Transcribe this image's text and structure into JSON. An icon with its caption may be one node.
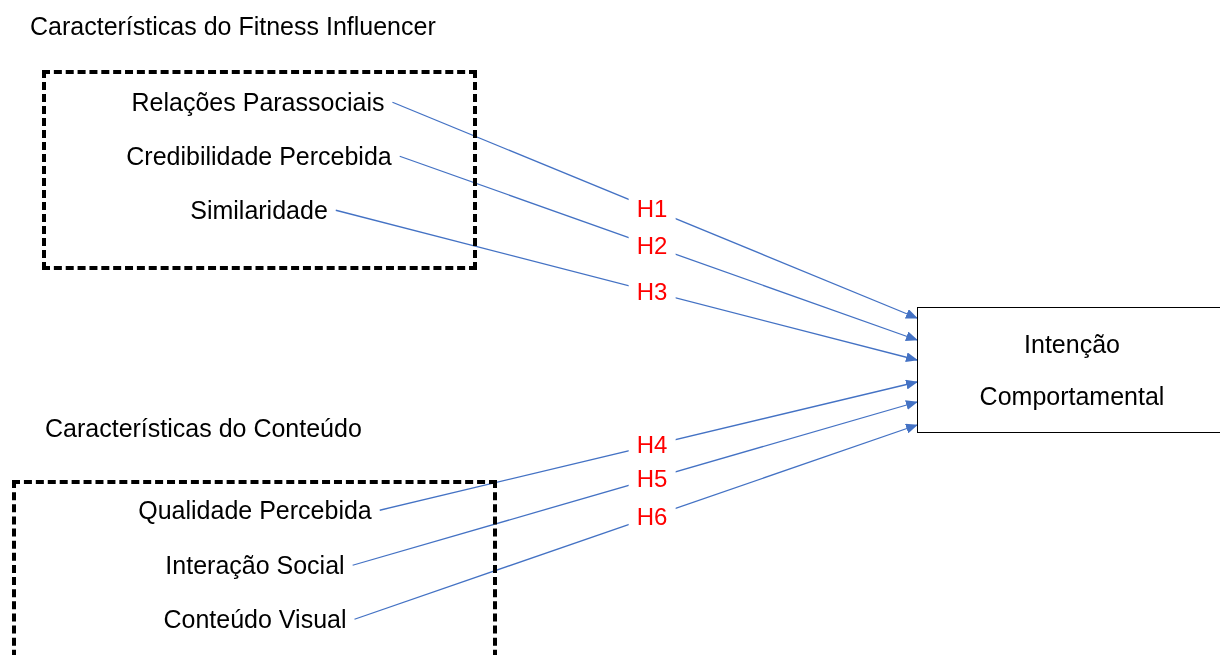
{
  "diagram": {
    "nodes": [
      {
        "text": [
          "Características do Fitness Influencer"
        ]
      },
      {
        "text": [
          "Relações Parassociais"
        ],
        "in": 0
      },
      {
        "text": [
          "Credibilidade Percebida"
        ],
        "in": 0
      },
      {
        "text": [
          "Similaridade"
        ],
        "in": 0
      },
      {
        "text": [
          "Características do Conteúdo"
        ]
      },
      {
        "text": [
          "Qualidade Percebida"
        ],
        "in": 4
      },
      {
        "text": [
          "Interação Social"
        ],
        "in": 4
      },
      {
        "text": [
          "Conteúdo Visual"
        ],
        "in": 4
      },
      {
        "text": [
          "Intenção Comportamental"
        ]
      }
    ],
    "edges": [
      {
        "from": 1,
        "to": 8,
        "arrow": "to",
        "label": "H1"
      },
      {
        "from": 2,
        "to": 8,
        "arrow": "to",
        "label": "H2"
      },
      {
        "from": 3,
        "to": 8,
        "arrow": "to",
        "label": "H3"
      },
      {
        "from": 5,
        "to": 8,
        "arrow": "to",
        "label": "H4"
      },
      {
        "from": 6,
        "to": 8,
        "arrow": "to",
        "label": "H5"
      },
      {
        "from": 7,
        "to": 8,
        "arrow": "to",
        "label": "H6"
      }
    ]
  }
}
